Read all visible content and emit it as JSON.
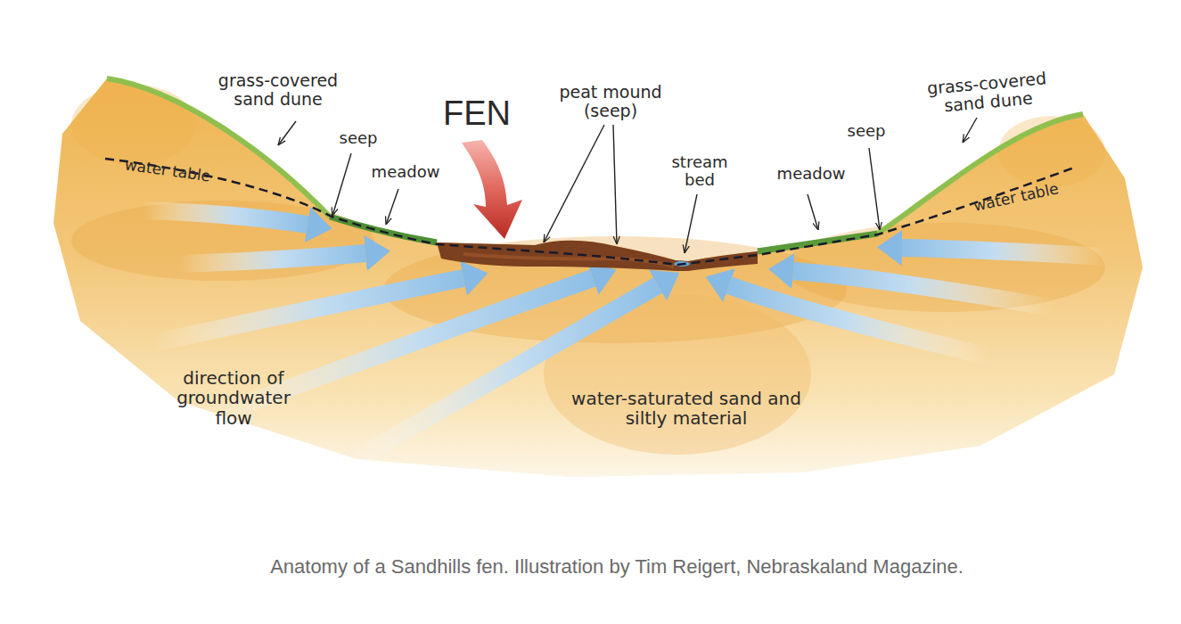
{
  "diagram": {
    "caption": "Anatomy of a Sandhills fen. Illustration by Tim Reigert, Nebraskaland Magazine.",
    "labels": [
      "grass-covered sand dune",
      "seep",
      "meadow",
      "FEN",
      "peat mound (seep)",
      "stream bed",
      "meadow",
      "seep",
      "grass-covered sand dune",
      "water table",
      "water table",
      "direction of groundwater flow",
      "water-saturated sand and siltly material"
    ]
  }
}
